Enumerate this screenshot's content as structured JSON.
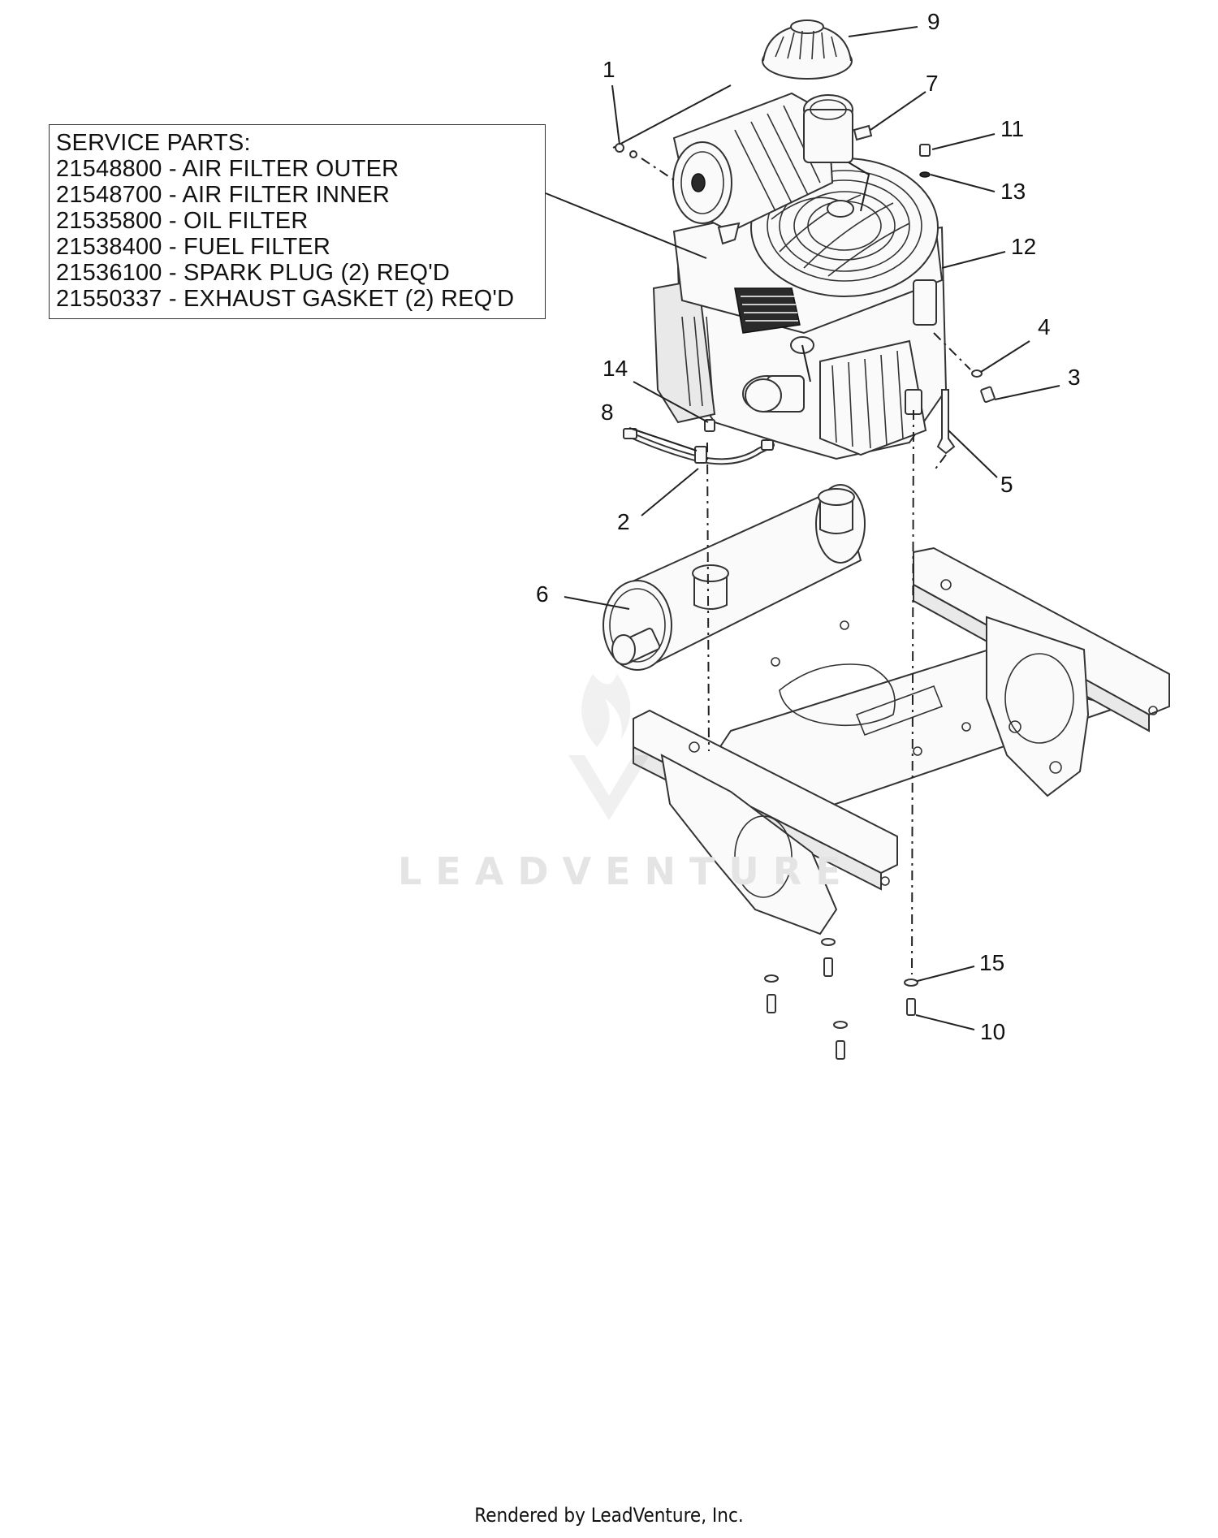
{
  "service_parts": {
    "heading": "SERVICE PARTS:",
    "items": [
      "21548800 - AIR FILTER OUTER",
      "21548700 - AIR FILTER INNER",
      "21535800 - OIL FILTER",
      "21538400 - FUEL FILTER",
      "21536100 - SPARK PLUG (2) REQ'D",
      "21550337 - EXHAUST GASKET (2) REQ'D"
    ]
  },
  "callouts": [
    "1",
    "2",
    "3",
    "4",
    "5",
    "6",
    "7",
    "8",
    "9",
    "10",
    "11",
    "12",
    "13",
    "14",
    "15"
  ],
  "watermark": "LEADVENTURE",
  "footer": "Rendered by LeadVenture, Inc."
}
